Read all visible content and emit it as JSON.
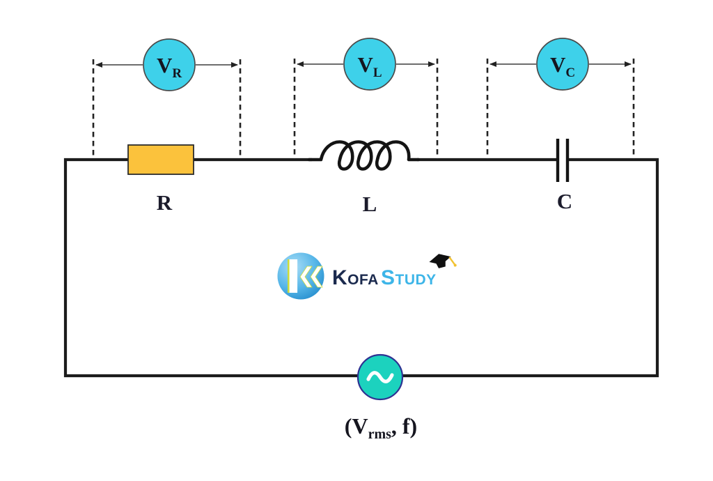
{
  "circuit": {
    "description": "Series RLC circuit driven by an AC source, with voltmeters connected across each element",
    "meters": [
      {
        "symbol": "V",
        "sub": "R"
      },
      {
        "symbol": "V",
        "sub": "L"
      },
      {
        "symbol": "V",
        "sub": "C"
      }
    ],
    "components": [
      {
        "label": "R",
        "type": "resistor"
      },
      {
        "label": "L",
        "type": "inductor"
      },
      {
        "label": "C",
        "type": "capacitor"
      }
    ],
    "source": {
      "symbol": "~",
      "label_open": "(V",
      "label_sub": "rms",
      "label_close": ", f)"
    },
    "colors": {
      "wire": "#1c1c1c",
      "meter_fill": "#3ed1ea",
      "meter_stroke": "#4a4a4a",
      "resistor_fill": "#fbc23c",
      "source_fill": "#1cd2be",
      "source_stroke": "#2e3192",
      "label_text": "#1b1b2b",
      "dashed_lead": "#222222"
    }
  },
  "logo": {
    "word1": "Kofa",
    "word2": "Study",
    "word1_color": "#1b2a4e",
    "word2_color": "#3db5e8",
    "mark": "K-chevron badge",
    "tassel_color": "#f2c230"
  }
}
